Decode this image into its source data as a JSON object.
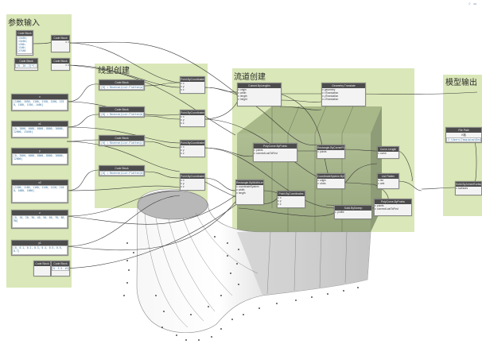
{
  "groups": {
    "params": {
      "title": "参数输入"
    },
    "lines": {
      "title": "线型创建"
    },
    "channel": {
      "title": "流道创建"
    },
    "export": {
      "title": "模型输出"
    }
  },
  "nodes": {
    "cb1": {
      "title": "Code Block",
      "lines": [
        "13450;",
        "13450;",
        "1200;",
        "1100;",
        "27450"
      ]
    },
    "cb2": {
      "title": "Code Block",
      "out": "x"
    },
    "cb3": {
      "title": "Code Block",
      "code": "[0..26..2]*1;"
    },
    "cb4": {
      "title": "Code Block",
      "out": "x"
    },
    "cb5": {
      "title": "Code Block",
      "code": "0..3.5..#24;"
    },
    "cb6": {
      "title": "Code Block",
      "out": "x"
    },
    "v_a": {
      "title": "x",
      "code": "[1000, 1050, 1100, 1150, 1200, 1250, 1300, 1350, 1400]"
    },
    "v_b": {
      "title": "x1",
      "code": "[0, 2000, 4000, 6000, 8000, 10000, 12000, 13450]"
    },
    "v_c": {
      "title": "y",
      "code": "[0, 2000, 4000, 6000, 8000, 10000, 12000]"
    },
    "v_d": {
      "title": "x2",
      "code": "[1200, 1180, 1160, 1140, 1120, 1100, 1080, 1060]"
    },
    "v_e": {
      "title": "z",
      "code": "[0, 10, 20, 30, 40, 50, 60, 70, 80, 90]"
    },
    "v_f": {
      "title": "y1",
      "code": "[0, 0.1, 0.2, 0.3, 0.4, 0.5, 0.6, 0.7]"
    },
    "cb7": {
      "title": "Code Block"
    },
    "cbl1": {
      "title": "Code Block",
      "code": "[0] = Reverse(List.Flatten(a));"
    },
    "cbl2": {
      "title": "Code Block",
      "code": "[0] = Reverse(List.Flatten(b));"
    },
    "cbl3": {
      "title": "Code Block",
      "code": "[0] = Reverse(List.Flatten(c));"
    },
    "cbl4": {
      "title": "Code Block",
      "code": "[0] = Reverse(List.Flatten(d));"
    },
    "pbc1": {
      "title": "Point.ByCoordinates",
      "ports": [
        "x",
        "y",
        "z"
      ],
      "out": "Point"
    },
    "pbc2": {
      "title": "Point.ByCoordinates",
      "ports": [
        "x",
        "y",
        "z"
      ],
      "out": "Point"
    },
    "pbc3": {
      "title": "Point.ByCoordinates",
      "ports": [
        "x",
        "y",
        "z"
      ],
      "out": "Point"
    },
    "pbc4": {
      "title": "Point.ByCoordinates",
      "ports": [
        "x",
        "y",
        "z"
      ],
      "out": "Point"
    },
    "cuboid": {
      "title": "Cuboid.ByLengths",
      "ports": [
        "origin",
        "width",
        "length",
        "height"
      ],
      "out": "Cuboid"
    },
    "geomtrans": {
      "title": "Geometry.Translate",
      "ports": [
        "geometry",
        "xTranslation",
        "yTranslation",
        "zTranslation"
      ],
      "out": "Geometry"
    },
    "polycurve": {
      "title": "PolyCurve.ByPoints",
      "ports": [
        "points",
        "connectLastToFirst"
      ],
      "out": "PolyCurve"
    },
    "rect": {
      "title": "Rectangle.ByCornerPoints",
      "ports": [
        "points"
      ],
      "out": "Rectangle"
    },
    "curvelen": {
      "title": "Curve.Length",
      "ports": [
        "curve"
      ],
      "out": "double"
    },
    "cs": {
      "title": "CoordinateSystem.ByOriginVectors",
      "ports": [
        "origin",
        "xAxis",
        "yAxis"
      ],
      "out": "CoordinateSystem"
    },
    "listflat": {
      "title": "List.Flatten",
      "ports": [
        "list",
        "amt"
      ],
      "out": "list"
    },
    "rect2": {
      "title": "Rectangle.ByWidthLength",
      "ports": [
        "coordinateSystem",
        "width",
        "length"
      ],
      "out": "Rectangle"
    },
    "pbc5": {
      "title": "Point.ByCoordinates",
      "ports": [
        "x",
        "y",
        "z"
      ],
      "out": "Point"
    },
    "sweep": {
      "title": "Solid.BySweep",
      "ports": [
        "profile",
        "path"
      ],
      "out": "Solid"
    },
    "loft": {
      "title": "PolyCurve.ByPoints",
      "ports": [
        "points",
        "connectLastToFirst"
      ],
      "out": "PolyCurve"
    },
    "filepath": {
      "title": "File Path",
      "value": "K路",
      "path": "C:\\Users\\Taoqiqiao\\Desktop\\1.SAT"
    },
    "exportsat": {
      "title": "Solid.ByJoinedSurfaces",
      "ports": [
        "surfaces"
      ],
      "out": "Solid"
    }
  },
  "colors": {
    "group": "#c4d88c",
    "node_header": "#4c4c4c",
    "node_body": "#f3f3f3",
    "wire": "#3a3a3a",
    "code_text": "#2a6a9a"
  }
}
